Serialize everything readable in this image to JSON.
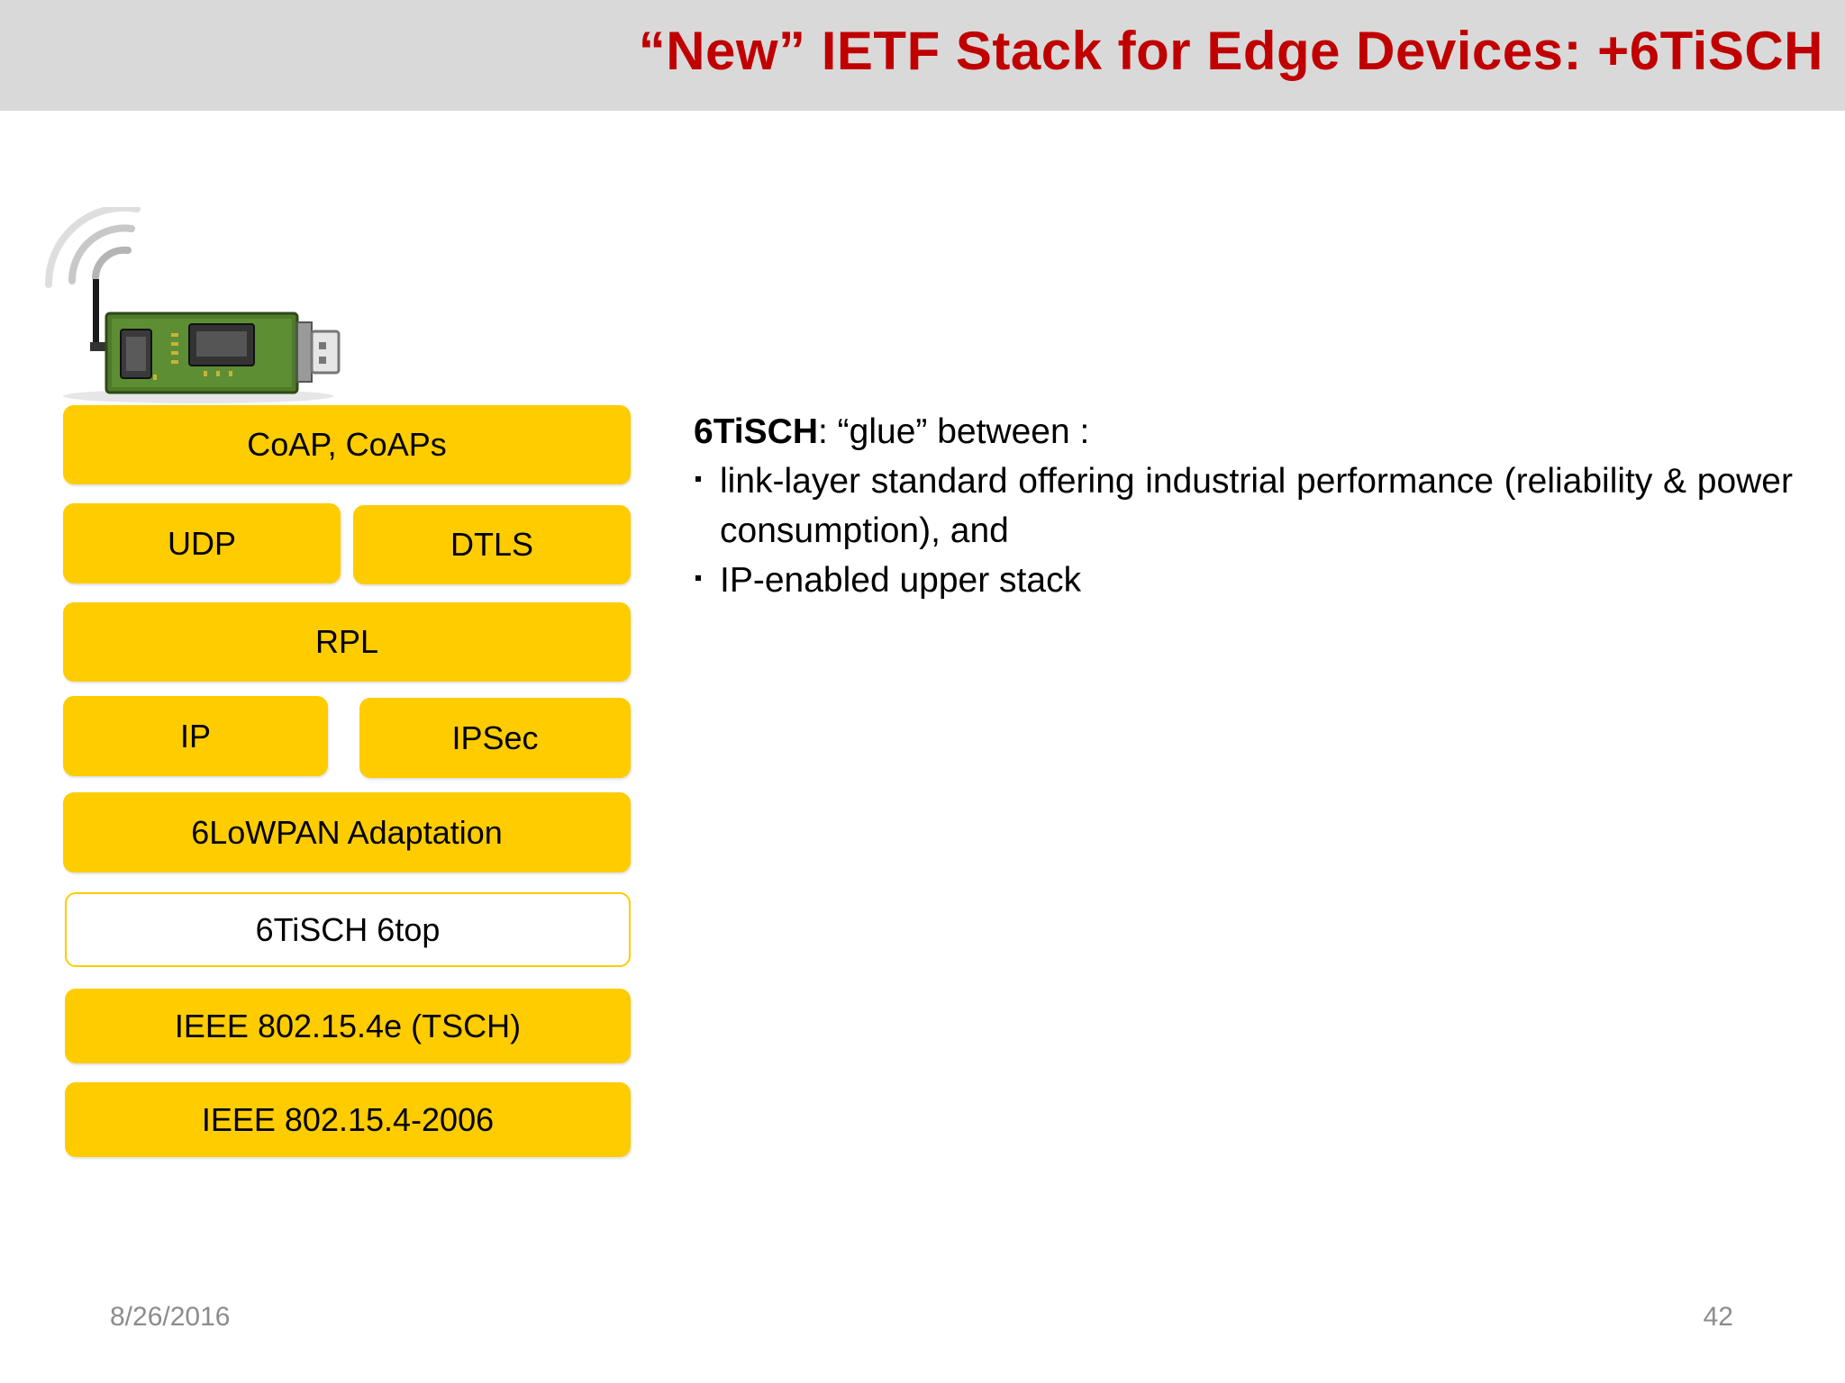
{
  "slide": {
    "title": "“New” IETF Stack for Edge Devices: +6TiSCH",
    "icon": "usb-radio-dongle-icon"
  },
  "stack": {
    "coap": "CoAP, CoAPs",
    "udp": "UDP",
    "dtls": "DTLS",
    "rpl": "RPL",
    "ip": "IP",
    "ipsec": "IPSec",
    "sixlowpan": "6LoWPAN Adaptation",
    "sixtop": "6TiSCH 6top",
    "tsch": "IEEE 802.15.4e (TSCH)",
    "phy": "IEEE 802.15.4-2006",
    "colors": {
      "fill": "#ffcc00",
      "outline_fill": "#ffffff",
      "title": "#c00000"
    }
  },
  "content": {
    "lead_bold": "6TiSCH",
    "lead_rest": ": “glue” between :",
    "bullets": [
      "link-layer standard offering industrial performance (reliability & power consumption), and",
      "IP-enabled upper stack"
    ]
  },
  "footer": {
    "date": "8/26/2016",
    "page": "42"
  }
}
